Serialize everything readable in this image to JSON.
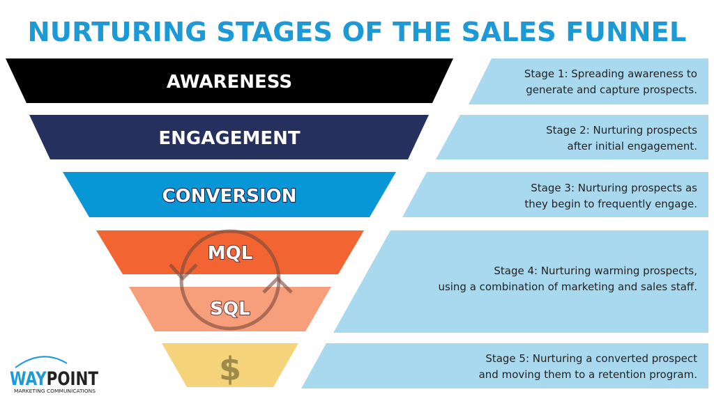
{
  "title": "NURTURING STAGES OF THE SALES FUNNEL",
  "stages": [
    {
      "label": "AWARENESS",
      "color": "#000000",
      "desc": [
        "Stage 1:  Spreading awareness to",
        "generate and capture prospects."
      ]
    },
    {
      "label": "ENGAGEMENT",
      "color": "#25305e",
      "desc": [
        "Stage 2:  Nurturing prospects",
        "after initial engagement."
      ]
    },
    {
      "label": "CONVERSION",
      "color": "#0796d6",
      "desc": [
        "Stage 3:  Nurturing prospects as",
        "they begin to frequently engage."
      ]
    },
    {
      "label": "MQL",
      "color": "#f26533",
      "desc": [
        "Stage 4: Nurturing warming prospects,",
        "using a combination of marketing and sales staff."
      ]
    },
    {
      "label": "SQL",
      "color": "#f79e7a"
    },
    {
      "label": "$",
      "color": "#f5d37a",
      "desc": [
        "Stage 5: Nurturing a converted prospect",
        "and moving them to a retention program."
      ]
    }
  ],
  "panel_color": "#a9d9ef",
  "logo": {
    "name": "WAYPOINT",
    "tagline": "MARKETING COMMUNICATIONS"
  }
}
